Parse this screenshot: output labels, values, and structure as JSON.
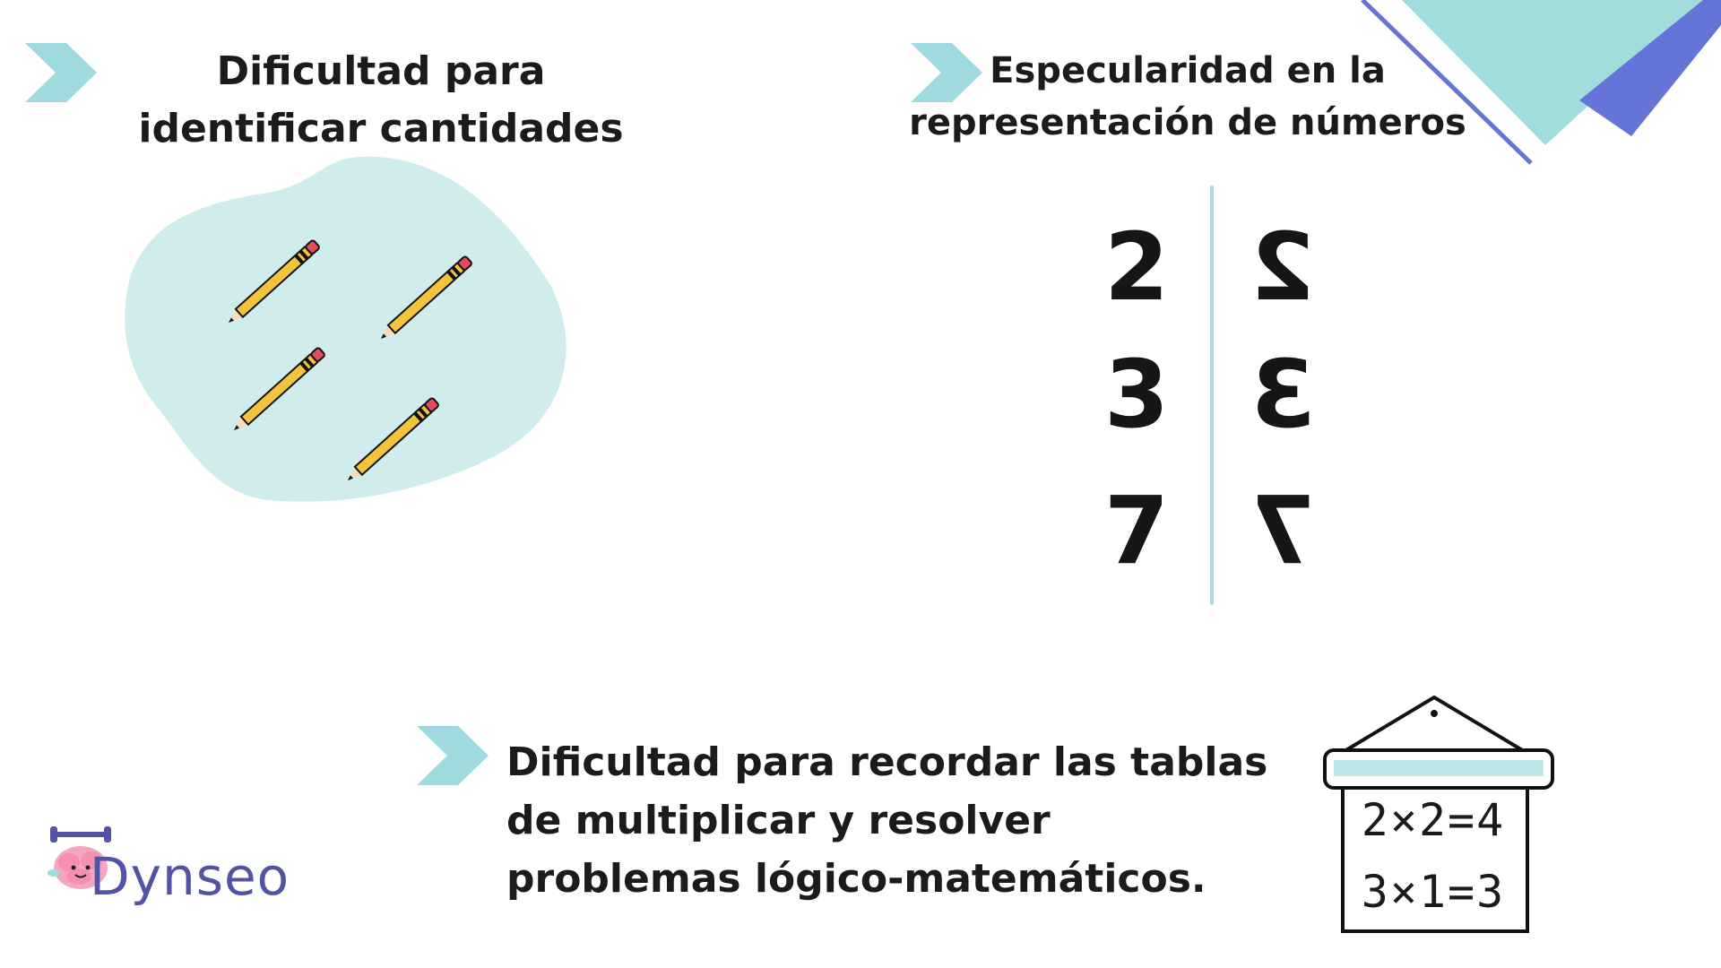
{
  "sections": {
    "quantities": {
      "heading": "Dificultad para identificar cantidades"
    },
    "mirroring": {
      "heading": "Especularidad en la representación de números",
      "digits": [
        "2",
        "3",
        "7"
      ]
    },
    "multiplication": {
      "heading": "Dificultad para recordar las tablas de multiplicar y resolver problemas lógico-matemáticos.",
      "board_lines": [
        "2×2=4",
        "3×1=3"
      ]
    }
  },
  "logo": {
    "text": "Dynseo"
  },
  "colors": {
    "accent_light": "#9fdadf",
    "accent_blue": "#6674d8",
    "blob": "#d0ecec",
    "pencil": "#f2c43c",
    "text": "#1b1b1b"
  }
}
